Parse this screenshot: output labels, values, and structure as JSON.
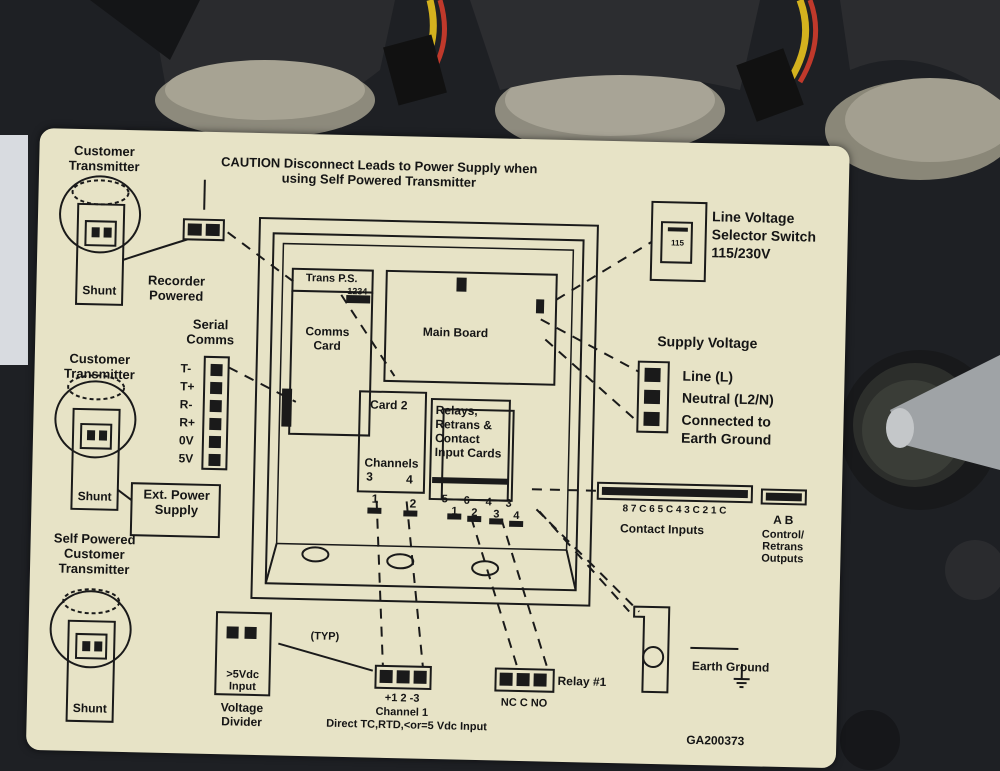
{
  "label": {
    "customer_transmitter_1": "Customer Transmitter",
    "customer_transmitter_2": "Customer Transmitter",
    "self_powered_transmitter": "Self Powered Customer Transmitter",
    "shunt_1": "Shunt",
    "shunt_2": "Shunt",
    "shunt_3": "Shunt",
    "caution": "CAUTION Disconnect Leads to Power Supply when using Self Powered Transmitter",
    "recorder_powered": "Recorder Powered",
    "serial_comms": "Serial Comms",
    "serial_pins": [
      "T-",
      "T+",
      "R-",
      "R+",
      "0V",
      "5V"
    ],
    "ext_power_supply": "Ext. Power Supply",
    "trans_ps": "Trans P.S.",
    "trans_ps_pins": "1234",
    "comms_card": "Comms Card",
    "main_board": "Main Board",
    "card_2": "Card 2",
    "channels": "Channels",
    "channel_nums": [
      "3",
      "4"
    ],
    "card2_terminals": [
      "1",
      "2"
    ],
    "relays_cards": "Relays, Retrans & Contact Input Cards",
    "relay_nums_top": [
      "5",
      "6",
      "4",
      "3"
    ],
    "relay_nums_bottom": [
      "1",
      "2",
      "3",
      "4"
    ],
    "line_voltage_selector": "Line Voltage Selector Switch 115/230V",
    "switch_value": "115",
    "supply_voltage": "Supply Voltage",
    "line": "Line (L)",
    "neutral": "Neutral (L2/N)",
    "earth_connect": "Connected to Earth Ground",
    "contact_inputs_seq": "8 7 C 6 5 C 4 3 C 2 1 C",
    "contact_inputs": "Contact Inputs",
    "ab": "A  B",
    "control_retrans": "Control/ Retrans Outputs",
    "typ": "(TYP)",
    "input_5vdc": ">5Vdc Input",
    "voltage_divider": "Voltage Divider",
    "channel_1_terminals": "+1  2  -3",
    "channel_1": "Channel 1",
    "direct_input": "Direct TC,RTD,<or=5 Vdc Input",
    "relay_terminals": "NC  C  NO",
    "relay_1": "Relay #1",
    "earth_ground": "Earth Ground",
    "part_number": "GA200373"
  }
}
